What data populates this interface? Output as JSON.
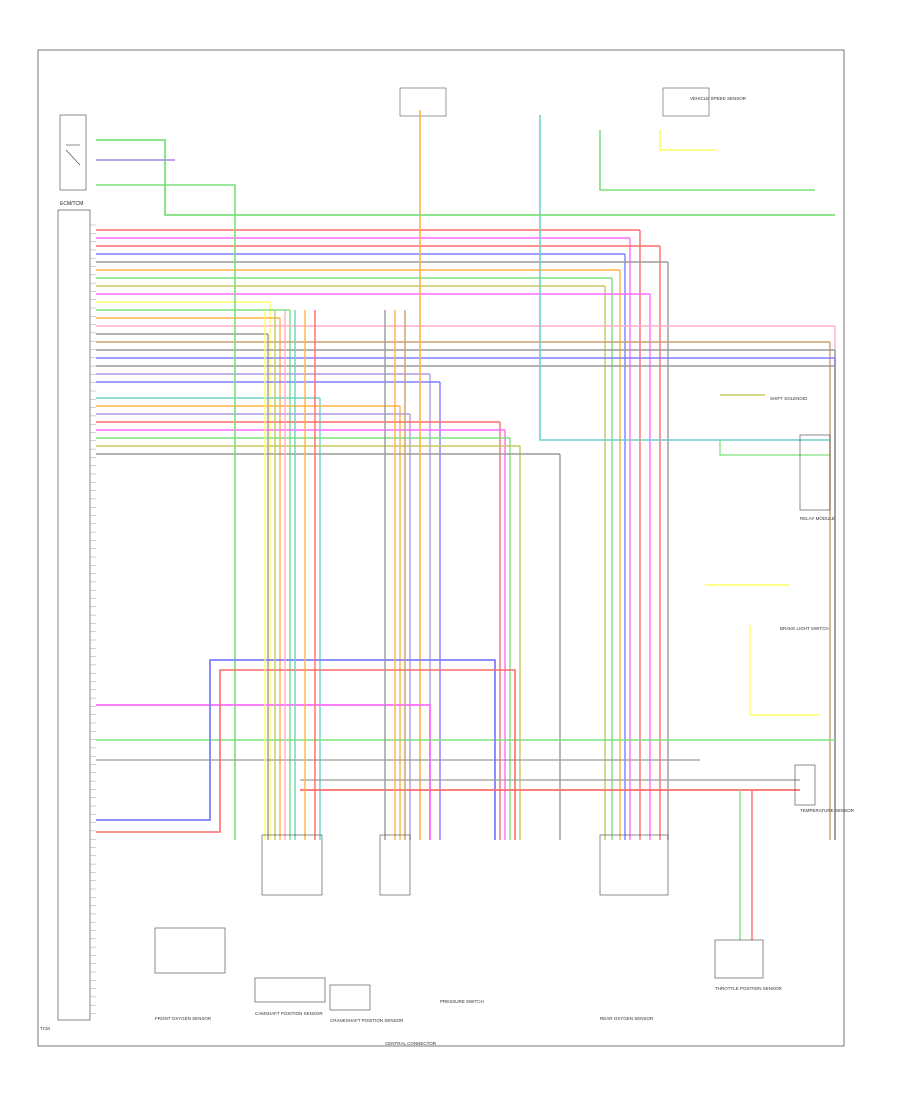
{
  "diagram": {
    "module_label": "ECM/TCM",
    "pin_count": 96,
    "footer_left": "TCM",
    "footer_center": "CENTRAL CONNECTOR",
    "bottom_labels": {
      "front_sensor": "FRONT OXYGEN SENSOR",
      "camshaft_sensor": "CAMSHAFT POSITION SENSOR",
      "crank_sensor": "CRANKSHAFT POSITION SENSOR",
      "pressure_switch": "PRESSURE SWITCH",
      "rear_sensor": "REAR OXYGEN SENSOR",
      "throttle_sensor": "THROTTLE POSITION SENSOR"
    },
    "right_labels": {
      "relay_module": "RELAY MODULE",
      "brake_switch": "BRAKE LIGHT SWITCH",
      "shift_solenoid": "SHIFT SOLENOID",
      "temp_sensor": "TEMPERATURE SENSOR",
      "vehicle_speed": "VEHICLE SPEED SENSOR"
    },
    "colors": {
      "green": "#7de07d",
      "blue": "#7f7fff",
      "purple": "#b09ae0",
      "red": "#ff6b6b",
      "orange": "#ffb347",
      "yellow": "#ffff66",
      "magenta": "#ff6bff",
      "brown": "#c8a070",
      "olive": "#c8c860",
      "teal": "#6fd0c8",
      "gray": "#9a9a9a",
      "black": "#333333",
      "pink": "#ffb0c8"
    }
  }
}
